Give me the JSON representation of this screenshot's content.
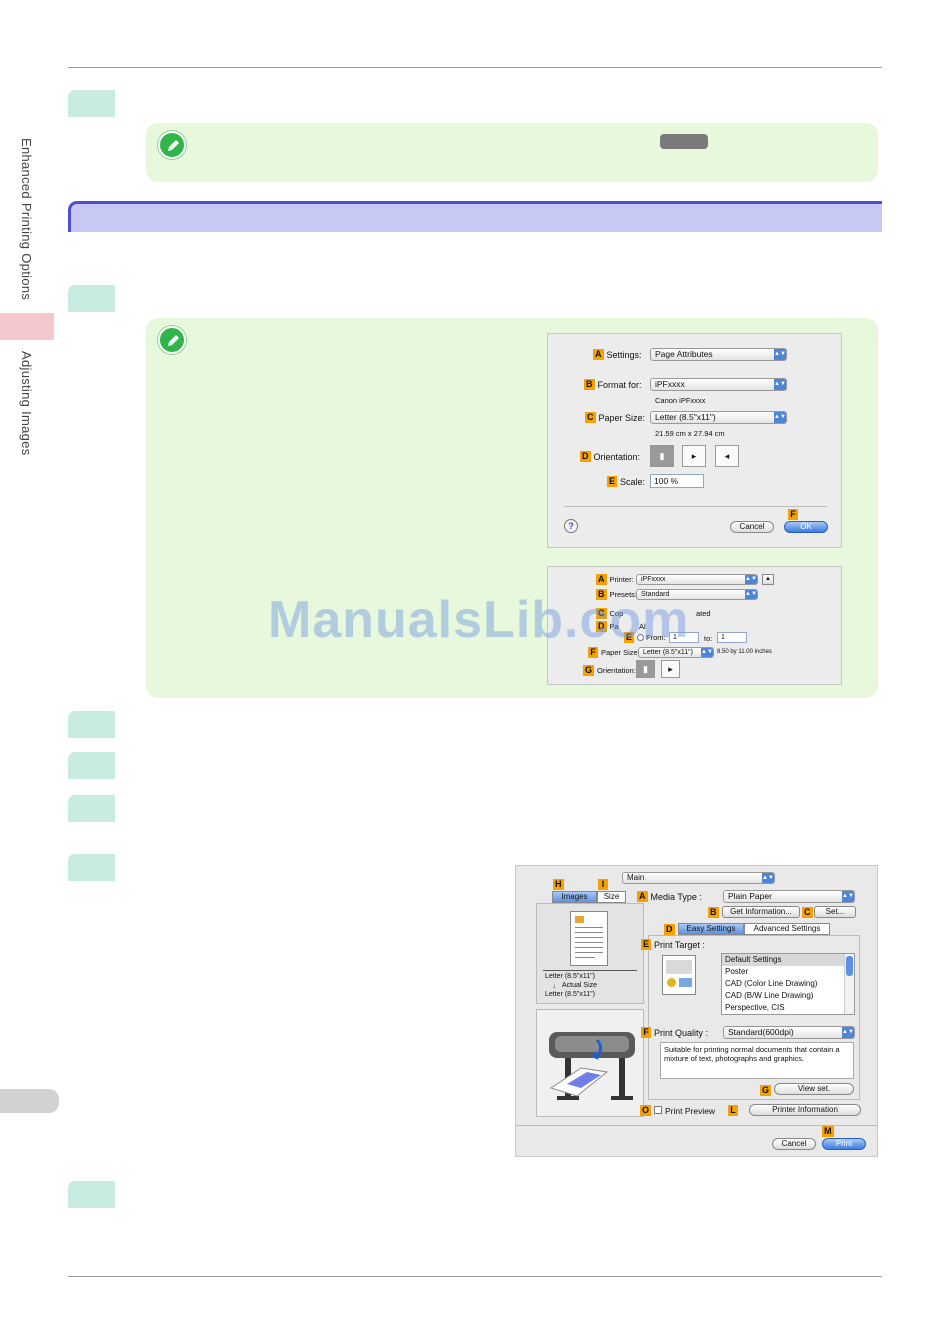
{
  "sidebar": {
    "chapter": "Enhanced Printing Options",
    "section": "Adjusting Images"
  },
  "watermark": "ManualsLib.com",
  "page_setup_dialog": {
    "settings": {
      "key": "A",
      "label": "Settings:",
      "value": "Page Attributes"
    },
    "format_for": {
      "key": "B",
      "label": "Format for:",
      "value": "iPFxxxx",
      "sub": "Canon iPFxxxx"
    },
    "paper_size": {
      "key": "C",
      "label": "Paper Size:",
      "value": "Letter (8.5\"x11\")",
      "sub": "21.59 cm x 27.94 cm"
    },
    "orientation": {
      "key": "D",
      "label": "Orientation:"
    },
    "scale": {
      "key": "E",
      "label": "Scale:",
      "value": "100 %"
    },
    "help": "?",
    "cancel": "Cancel",
    "ok_key": "F",
    "ok": "OK"
  },
  "print_dialog_top": {
    "printer": {
      "key": "A",
      "label": "Printer:",
      "value": "iPFxxxx"
    },
    "presets": {
      "key": "B",
      "label": "Presets:",
      "value": "Standard"
    },
    "copies": {
      "key": "C",
      "label": "Cop",
      "tail": "ated"
    },
    "pages": {
      "key": "D",
      "label": "Pa",
      "value": "Al"
    },
    "from": {
      "key": "E",
      "label": "From:",
      "value": "1",
      "to_label": "to:",
      "to_value": "1"
    },
    "paper_size": {
      "key": "F",
      "label": "Paper Size:",
      "value": "Letter (8.5\"x11\")",
      "sub": "8.50 by 11.00 inches"
    },
    "orientation": {
      "key": "G",
      "label": "Orientation:"
    }
  },
  "print_dialog_main": {
    "pane": "Main",
    "tab_h_key": "H",
    "tab_i_key": "I",
    "tab_images": "Images",
    "tab_size": "Size",
    "preview_lines": [
      "Letter (8.5\"x11\")",
      "Actual Size",
      "Letter (8.5\"x11\")"
    ],
    "media_type": {
      "key": "A",
      "label": "Media Type :",
      "value": "Plain Paper"
    },
    "get_info": {
      "key": "B",
      "label": "Get Information..."
    },
    "set": {
      "key": "C",
      "label": "Set..."
    },
    "tabs": {
      "key": "D",
      "easy": "Easy Settings",
      "advanced": "Advanced Settings"
    },
    "print_target": {
      "key": "E",
      "label": "Print Target :",
      "items": [
        "Default Settings",
        "Poster",
        "CAD (Color Line Drawing)",
        "CAD (B/W Line Drawing)",
        "Perspective, CIS"
      ]
    },
    "print_quality": {
      "key": "F",
      "label": "Print Quality :",
      "value": "Standard(600dpi)",
      "desc": "Suitable for printing normal documents that contain a mixture of text, photographs and graphics."
    },
    "view_set": {
      "key": "G",
      "label": "View set."
    },
    "print_preview": {
      "key": "O",
      "label": "Print Preview"
    },
    "printer_info": {
      "key": "L",
      "label": "Printer Information"
    },
    "cancel": "Cancel",
    "print_key": "M",
    "print": "Print"
  },
  "colors": {
    "step": "#c8ece2",
    "note": "#e7f8dc",
    "section": "#c8c8f5",
    "section_border": "#4b4fd0",
    "key": "#f6a100",
    "watermark": "#6e96e1"
  }
}
